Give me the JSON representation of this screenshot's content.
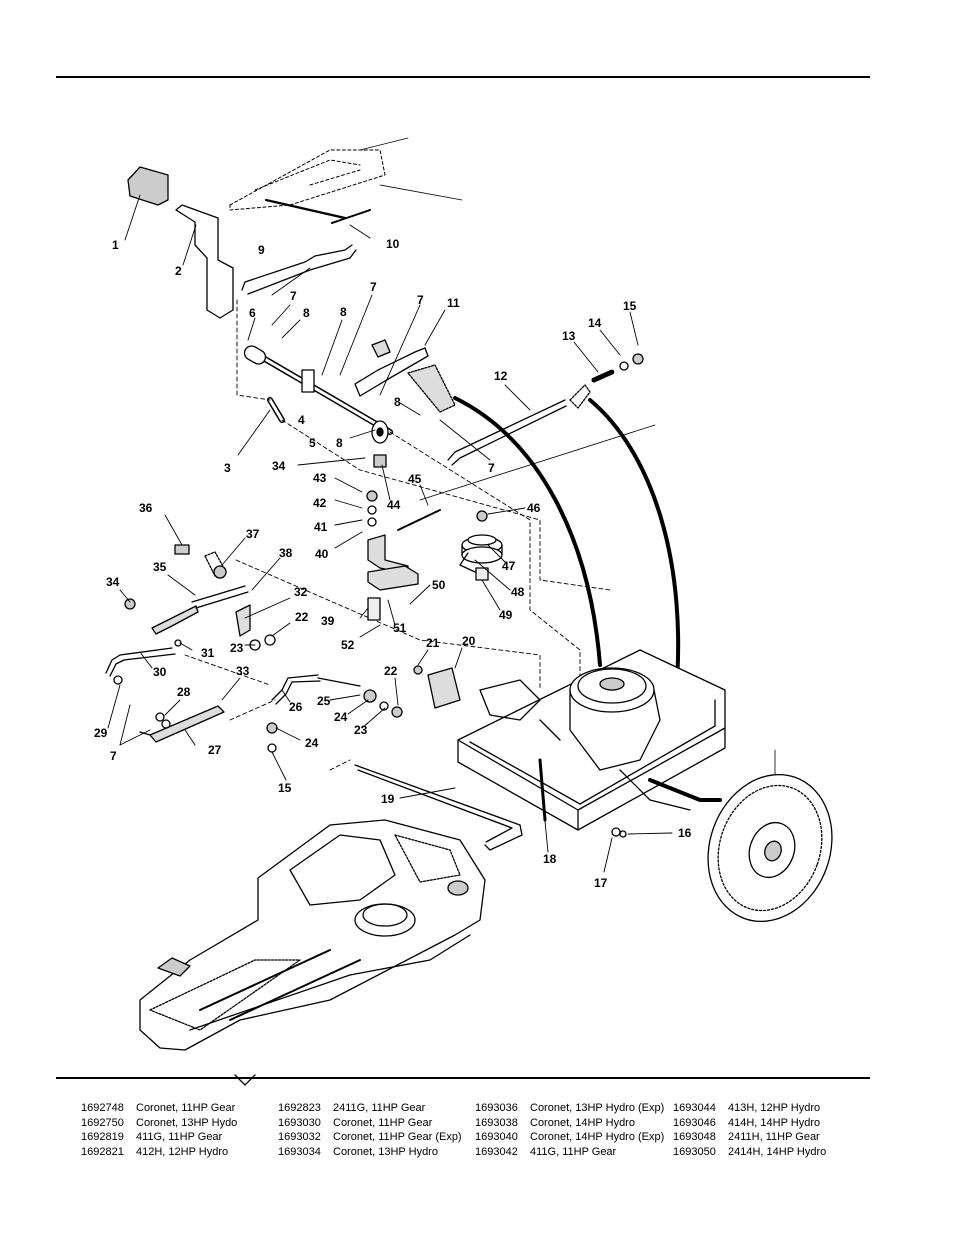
{
  "callouts": [
    {
      "id": "c1",
      "text": "1"
    },
    {
      "id": "c2",
      "text": "2"
    },
    {
      "id": "c3",
      "text": "3"
    },
    {
      "id": "c4",
      "text": "4"
    },
    {
      "id": "c5",
      "text": "5"
    },
    {
      "id": "c6",
      "text": "6"
    },
    {
      "id": "c7a",
      "text": "7"
    },
    {
      "id": "c7b",
      "text": "7"
    },
    {
      "id": "c7c",
      "text": "7"
    },
    {
      "id": "c7d",
      "text": "7"
    },
    {
      "id": "c7e",
      "text": "7"
    },
    {
      "id": "c8a",
      "text": "8"
    },
    {
      "id": "c8b",
      "text": "8"
    },
    {
      "id": "c8c",
      "text": "8"
    },
    {
      "id": "c8d",
      "text": "8"
    },
    {
      "id": "c9",
      "text": "9"
    },
    {
      "id": "c10",
      "text": "10"
    },
    {
      "id": "c11",
      "text": "11"
    },
    {
      "id": "c12",
      "text": "12"
    },
    {
      "id": "c13",
      "text": "13"
    },
    {
      "id": "c14",
      "text": "14"
    },
    {
      "id": "c15a",
      "text": "15"
    },
    {
      "id": "c15b",
      "text": "15"
    },
    {
      "id": "c16",
      "text": "16"
    },
    {
      "id": "c17",
      "text": "17"
    },
    {
      "id": "c18",
      "text": "18"
    },
    {
      "id": "c19",
      "text": "19"
    },
    {
      "id": "c20",
      "text": "20"
    },
    {
      "id": "c21",
      "text": "21"
    },
    {
      "id": "c22a",
      "text": "22"
    },
    {
      "id": "c22b",
      "text": "22"
    },
    {
      "id": "c23a",
      "text": "23"
    },
    {
      "id": "c23b",
      "text": "23"
    },
    {
      "id": "c24a",
      "text": "24"
    },
    {
      "id": "c24b",
      "text": "24"
    },
    {
      "id": "c25",
      "text": "25"
    },
    {
      "id": "c26",
      "text": "26"
    },
    {
      "id": "c27",
      "text": "27"
    },
    {
      "id": "c28",
      "text": "28"
    },
    {
      "id": "c29",
      "text": "29"
    },
    {
      "id": "c30",
      "text": "30"
    },
    {
      "id": "c31",
      "text": "31"
    },
    {
      "id": "c32",
      "text": "32"
    },
    {
      "id": "c33",
      "text": "33"
    },
    {
      "id": "c34a",
      "text": "34"
    },
    {
      "id": "c34b",
      "text": "34"
    },
    {
      "id": "c35",
      "text": "35"
    },
    {
      "id": "c36",
      "text": "36"
    },
    {
      "id": "c37",
      "text": "37"
    },
    {
      "id": "c38",
      "text": "38"
    },
    {
      "id": "c39",
      "text": "39"
    },
    {
      "id": "c40",
      "text": "40"
    },
    {
      "id": "c41",
      "text": "41"
    },
    {
      "id": "c42",
      "text": "42"
    },
    {
      "id": "c43",
      "text": "43"
    },
    {
      "id": "c44",
      "text": "44"
    },
    {
      "id": "c45",
      "text": "45"
    },
    {
      "id": "c46",
      "text": "46"
    },
    {
      "id": "c47",
      "text": "47"
    },
    {
      "id": "c48",
      "text": "48"
    },
    {
      "id": "c49",
      "text": "49"
    },
    {
      "id": "c50",
      "text": "50"
    },
    {
      "id": "c51",
      "text": "51"
    },
    {
      "id": "c52",
      "text": "52"
    }
  ],
  "models": [
    [
      {
        "number": "1692748",
        "name": "Coronet, 11HP Gear"
      },
      {
        "number": "1692750",
        "name": "Coronet, 13HP Hydo"
      },
      {
        "number": "1692819",
        "name": "411G, 11HP Gear"
      },
      {
        "number": "1692821",
        "name": "412H, 12HP Hydro"
      }
    ],
    [
      {
        "number": "1692823",
        "name": "2411G, 11HP Gear"
      },
      {
        "number": "1693030",
        "name": "Coronet, 11HP Gear"
      },
      {
        "number": "1693032",
        "name": "Coronet, 11HP Gear (Exp)"
      },
      {
        "number": "1693034",
        "name": "Coronet, 13HP Hydro"
      }
    ],
    [
      {
        "number": "1693036",
        "name": "Coronet, 13HP Hydro (Exp)"
      },
      {
        "number": "1693038",
        "name": "Coronet, 14HP Hydro"
      },
      {
        "number": "1693040",
        "name": "Coronet, 14HP Hydro (Exp)"
      },
      {
        "number": "1693042",
        "name": "411G, 11HP Gear"
      }
    ],
    [
      {
        "number": "1693044",
        "name": "413H, 12HP Hydro"
      },
      {
        "number": "1693046",
        "name": "414H, 14HP Hydro"
      },
      {
        "number": "1693048",
        "name": "2411H, 11HP Gear"
      },
      {
        "number": "1693050",
        "name": "2414H, 14HP Hydro"
      }
    ]
  ]
}
